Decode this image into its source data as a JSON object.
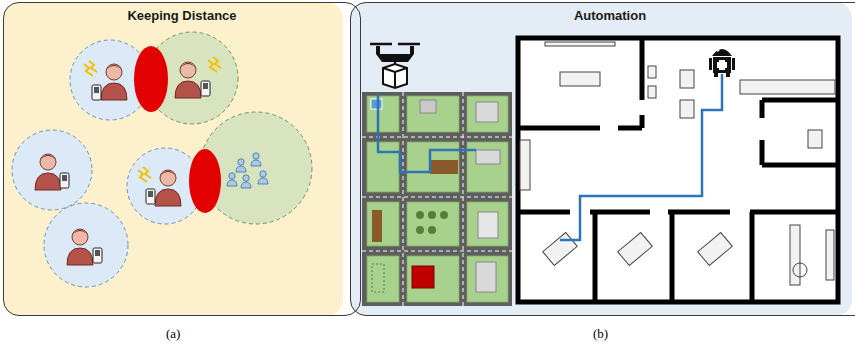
{
  "diagram": {
    "nodes": [
      {
        "text": [
          "Keeping Distance"
        ]
      },
      {
        "text": [
          "Automation"
        ]
      }
    ],
    "labels": [
      "(a)",
      "(b)"
    ]
  }
}
